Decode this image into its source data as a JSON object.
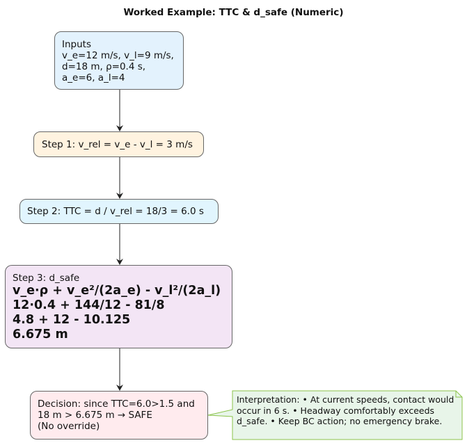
{
  "title": "Worked Example: TTC & d_safe (Numeric)",
  "nodes": {
    "inputs": {
      "lines": [
        "Inputs",
        "v_e=12 m/s, v_l=9 m/s,",
        "d=18 m, ρ=0.4 s,",
        "a_e=6, a_l=4"
      ],
      "fill": "#e3f2fd"
    },
    "step1": {
      "text": "Step 1: v_rel = v_e - v_l = 3 m/s",
      "fill": "#fff3e0"
    },
    "step2": {
      "text": "Step 2: TTC = d / v_rel = 18/3 = 6.0 s",
      "fill": "#e1f5fe"
    },
    "step3": {
      "heading": "Step 3: d_safe",
      "formula_lines": [
        "v_e·ρ + v_e²/(2a_e) - v_l²/(2a_l)",
        "12·0.4 + 144/12 - 81/8",
        "4.8 + 12 - 10.125",
        "6.675 m"
      ],
      "fill": "#f3e5f5"
    },
    "decision": {
      "lines": [
        "Decision: since TTC=6.0>1.5 and",
        "18 m > 6.675 m → SAFE",
        "(No override)"
      ],
      "fill": "#ffebee"
    }
  },
  "note": {
    "lines": [
      "Interpretation:",
      "• At current speeds, contact would occur in 6 s.",
      "• Headway comfortably exceeds d_safe.",
      "• Keep BC action; no emergency brake."
    ],
    "fill": "#e8f5e9",
    "border": "#8bc34a"
  },
  "colors": {
    "arrow": "#222222",
    "node_border": "#666666"
  }
}
